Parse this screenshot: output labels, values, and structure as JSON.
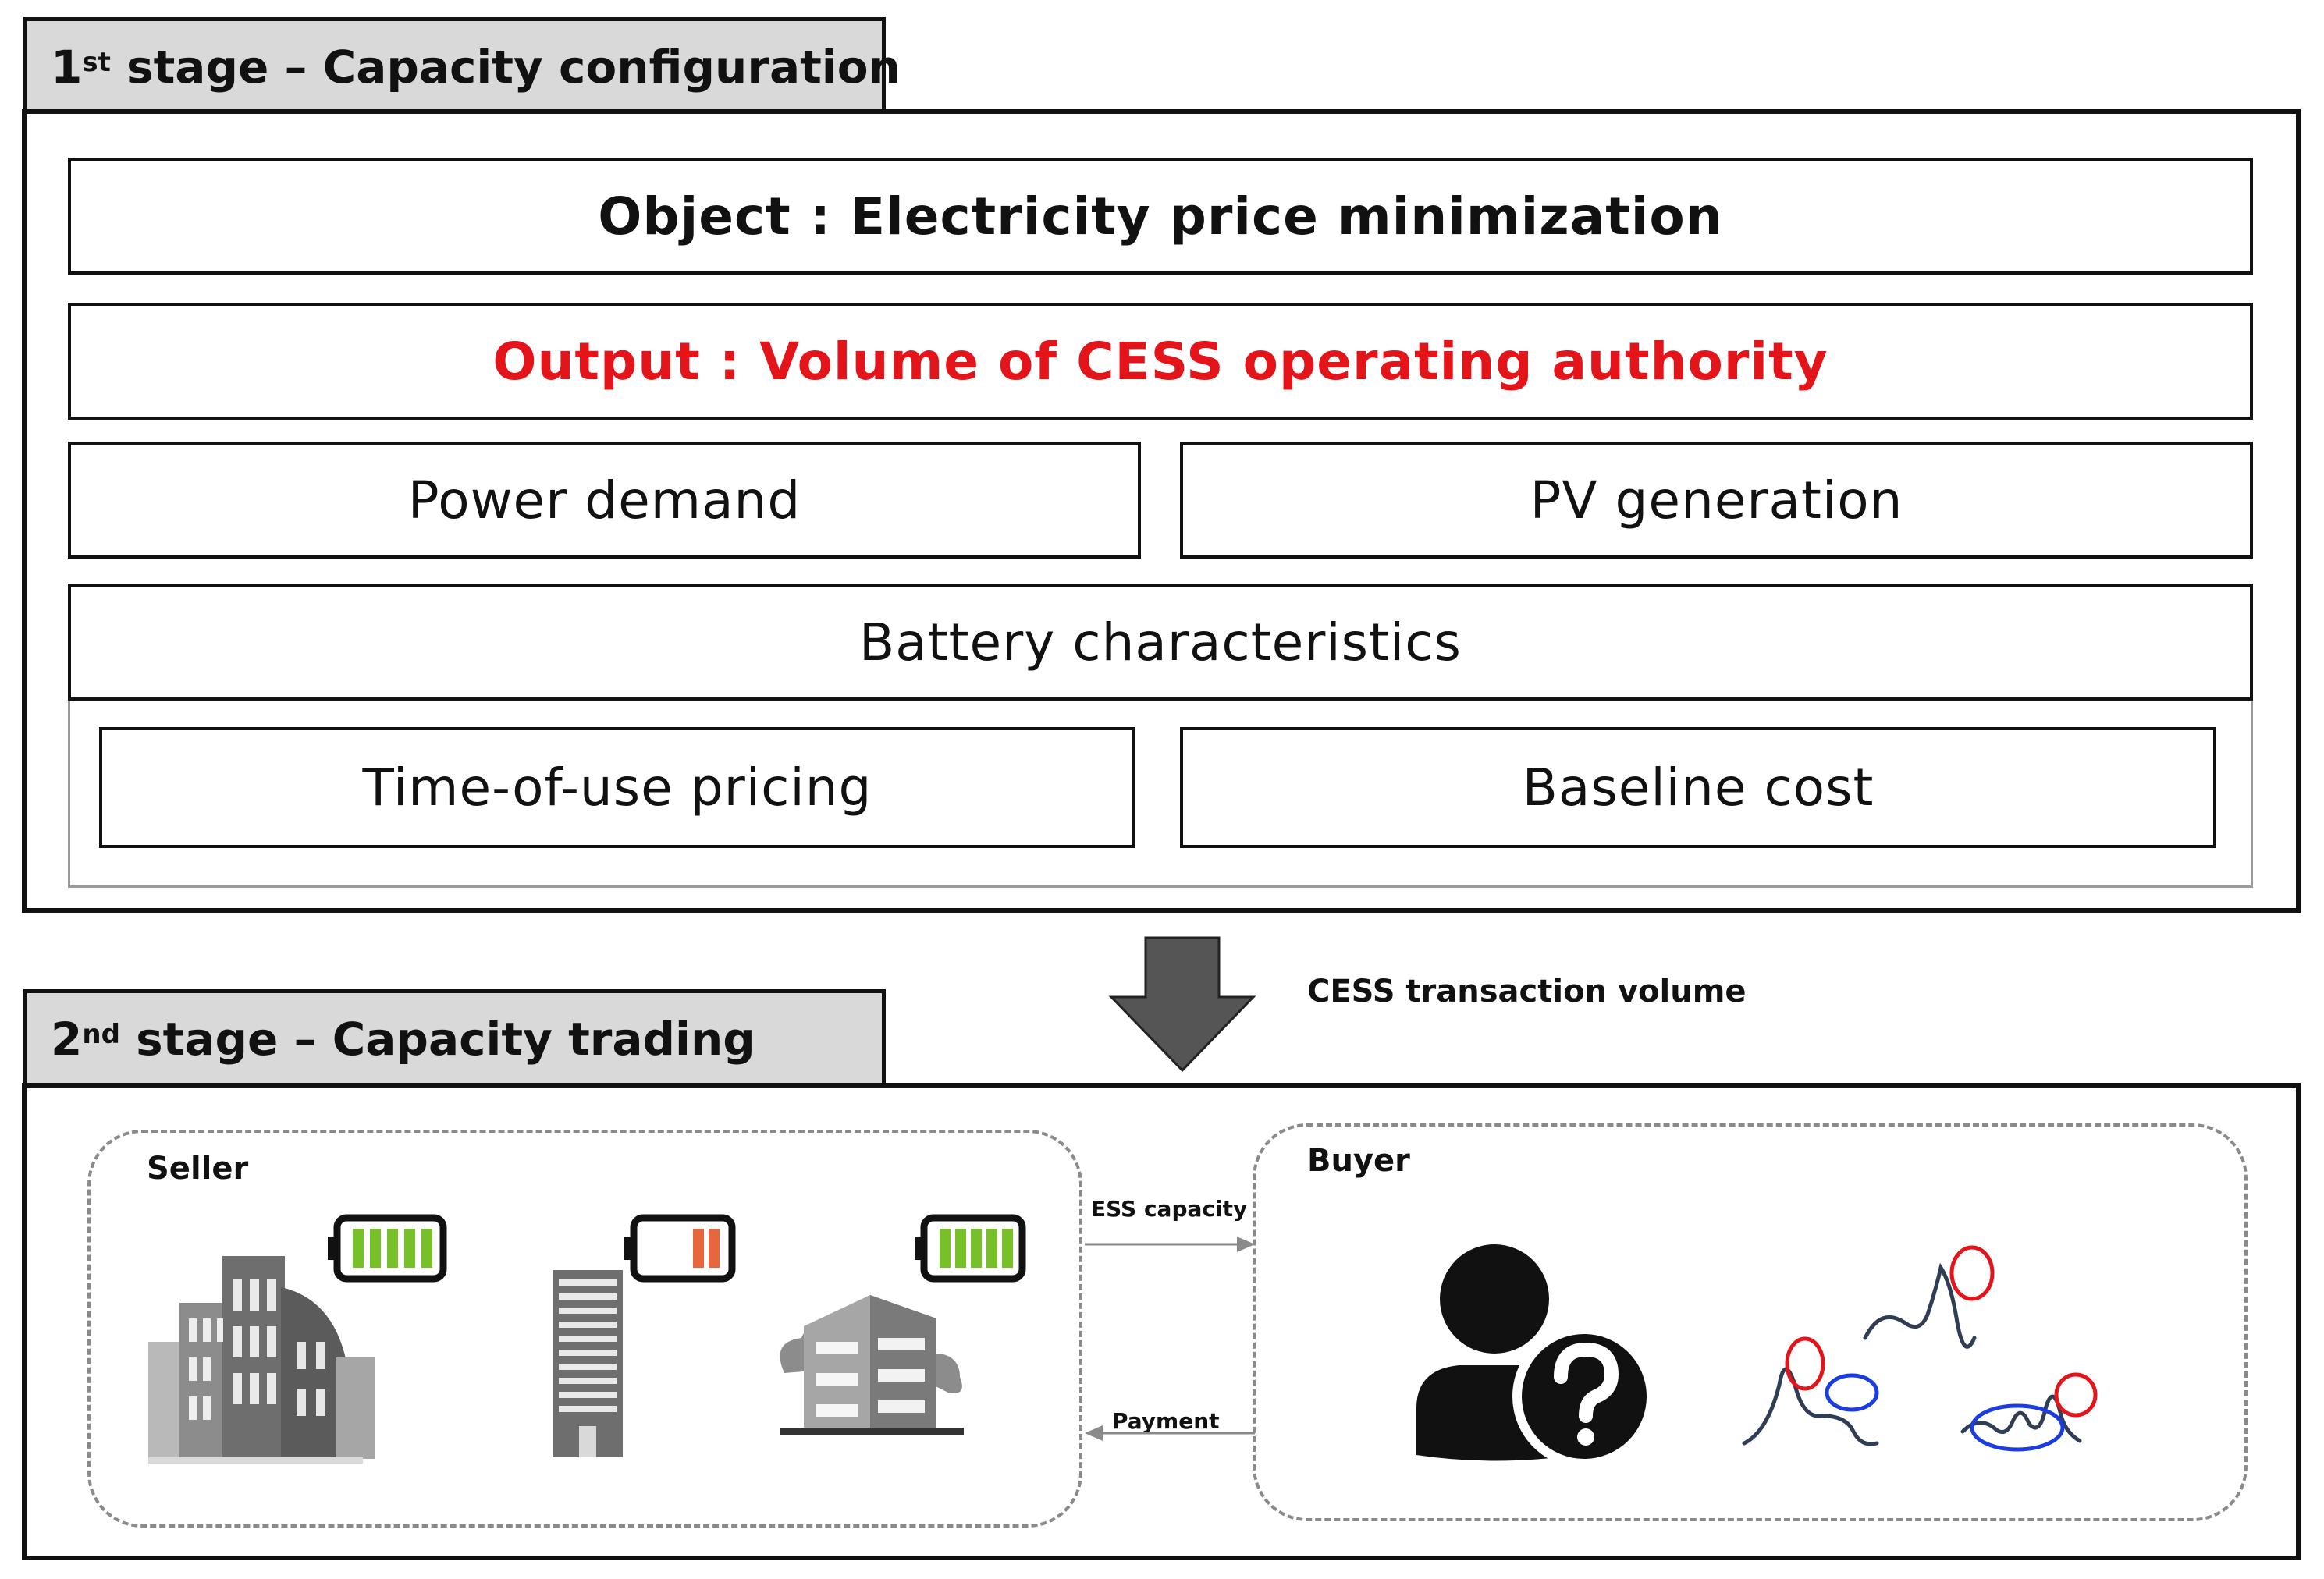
{
  "stage1": {
    "num": "1",
    "suffix": "st",
    "title": " stage – Capacity configuration",
    "object": "Object : Electricity price minimization",
    "output": "Output : Volume of CESS operating authority",
    "power_demand": "Power demand",
    "pv_generation": "PV generation",
    "battery": "Battery characteristics",
    "tou": "Time-of-use  pricing",
    "baseline": "Baseline  cost"
  },
  "transition": {
    "label": "CESS transaction volume"
  },
  "stage2": {
    "num": "2",
    "suffix": "nd",
    "title": " stage – Capacity trading",
    "seller": "Seller",
    "buyer": "Buyer",
    "ess_capacity": "ESS capacity",
    "payment": "Payment"
  },
  "colors": {
    "output_text": "#e3141a",
    "tab_bg": "#d9d9d9",
    "battery_full": "#78c02a",
    "battery_low": "#e8663c",
    "peak_circle": "#e3141a",
    "valley_ellipse": "#1a3ce0",
    "arrow": "#555555"
  },
  "icons": {
    "city_building": "city-skyline-icon",
    "tower_building": "office-tower-icon",
    "low_building": "apartment-building-icon",
    "user": "user-question-icon",
    "load_curve": "load-profile-icon"
  }
}
